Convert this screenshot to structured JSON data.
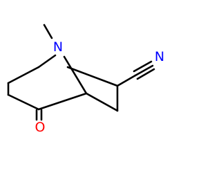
{
  "molecule": {
    "atoms": {
      "N_bridge": {
        "symbol": "N",
        "color": "#0000ff"
      },
      "O_ketone": {
        "symbol": "O",
        "color": "#ff0000"
      },
      "N_nitrile": {
        "symbol": "N",
        "color": "#0000ff"
      }
    },
    "bond_color": "#000000",
    "background": "#ffffff"
  }
}
